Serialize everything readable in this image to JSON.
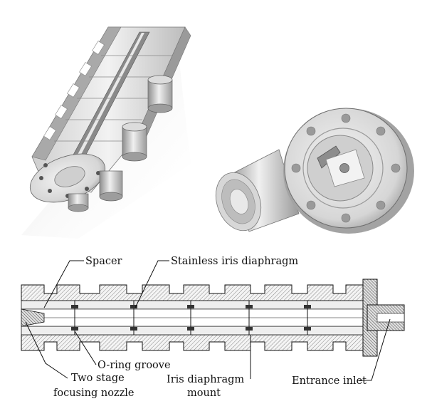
{
  "figure": {
    "views": {
      "top_left": "3d-cutaway-assembly",
      "top_right": "3d-end-view",
      "bottom": "cross-section"
    },
    "labels": {
      "spacer": "Spacer",
      "stainless_iris_diaphragm": "Stainless iris diaphragm",
      "o_ring_groove": "O-ring groove",
      "two_stage_line1": "Two stage",
      "two_stage_line2": "focusing nozzle",
      "iris_mount_line1": "Iris diaphragm",
      "iris_mount_line2": "mount",
      "entrance_inlet": "Entrance inlet"
    },
    "colors": {
      "metal_light": "#e6e6e6",
      "metal_mid": "#bdbdbd",
      "metal_dark": "#6e6e6e",
      "line": "#111111"
    }
  }
}
